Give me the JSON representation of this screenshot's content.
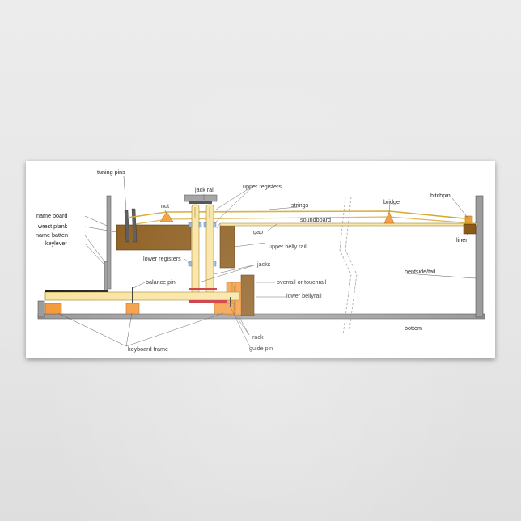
{
  "labels": {
    "tuning_pins": "tuning pins",
    "jack_rail": "jack rail",
    "upper_registers": "upper registers",
    "nut": "nut",
    "strings": "strings",
    "bridge": "bridge",
    "hitchpin": "hitchpin",
    "soundboard": "soundboard",
    "name_board": "name board",
    "wrest_plank": "wrest plank",
    "name_batten": "name batten",
    "keylever": "keylever",
    "gap": "gap",
    "upper_belly_rail": "upper belly rail",
    "liner": "liner",
    "lower_registers": "lower registers",
    "jacks": "jacks",
    "bentside_tail": "bentside/tail",
    "balance_pin": "balance pin",
    "overrail": "overrail or touchrail",
    "lower_bellyrail": "lower bellyrail",
    "bottom": "bottom",
    "rack": "rack",
    "keyboard_frame": "keyboard frame",
    "guide_pin": "guide pin"
  },
  "colors": {
    "wood": "#8B5A1A",
    "light_wood": "#F8E3A0",
    "orange": "#F59A3C",
    "steel": "#9C9C9C",
    "string": "#D4A82A",
    "register_blue": "#8FB5E0",
    "red_cloth": "#C8232C"
  }
}
